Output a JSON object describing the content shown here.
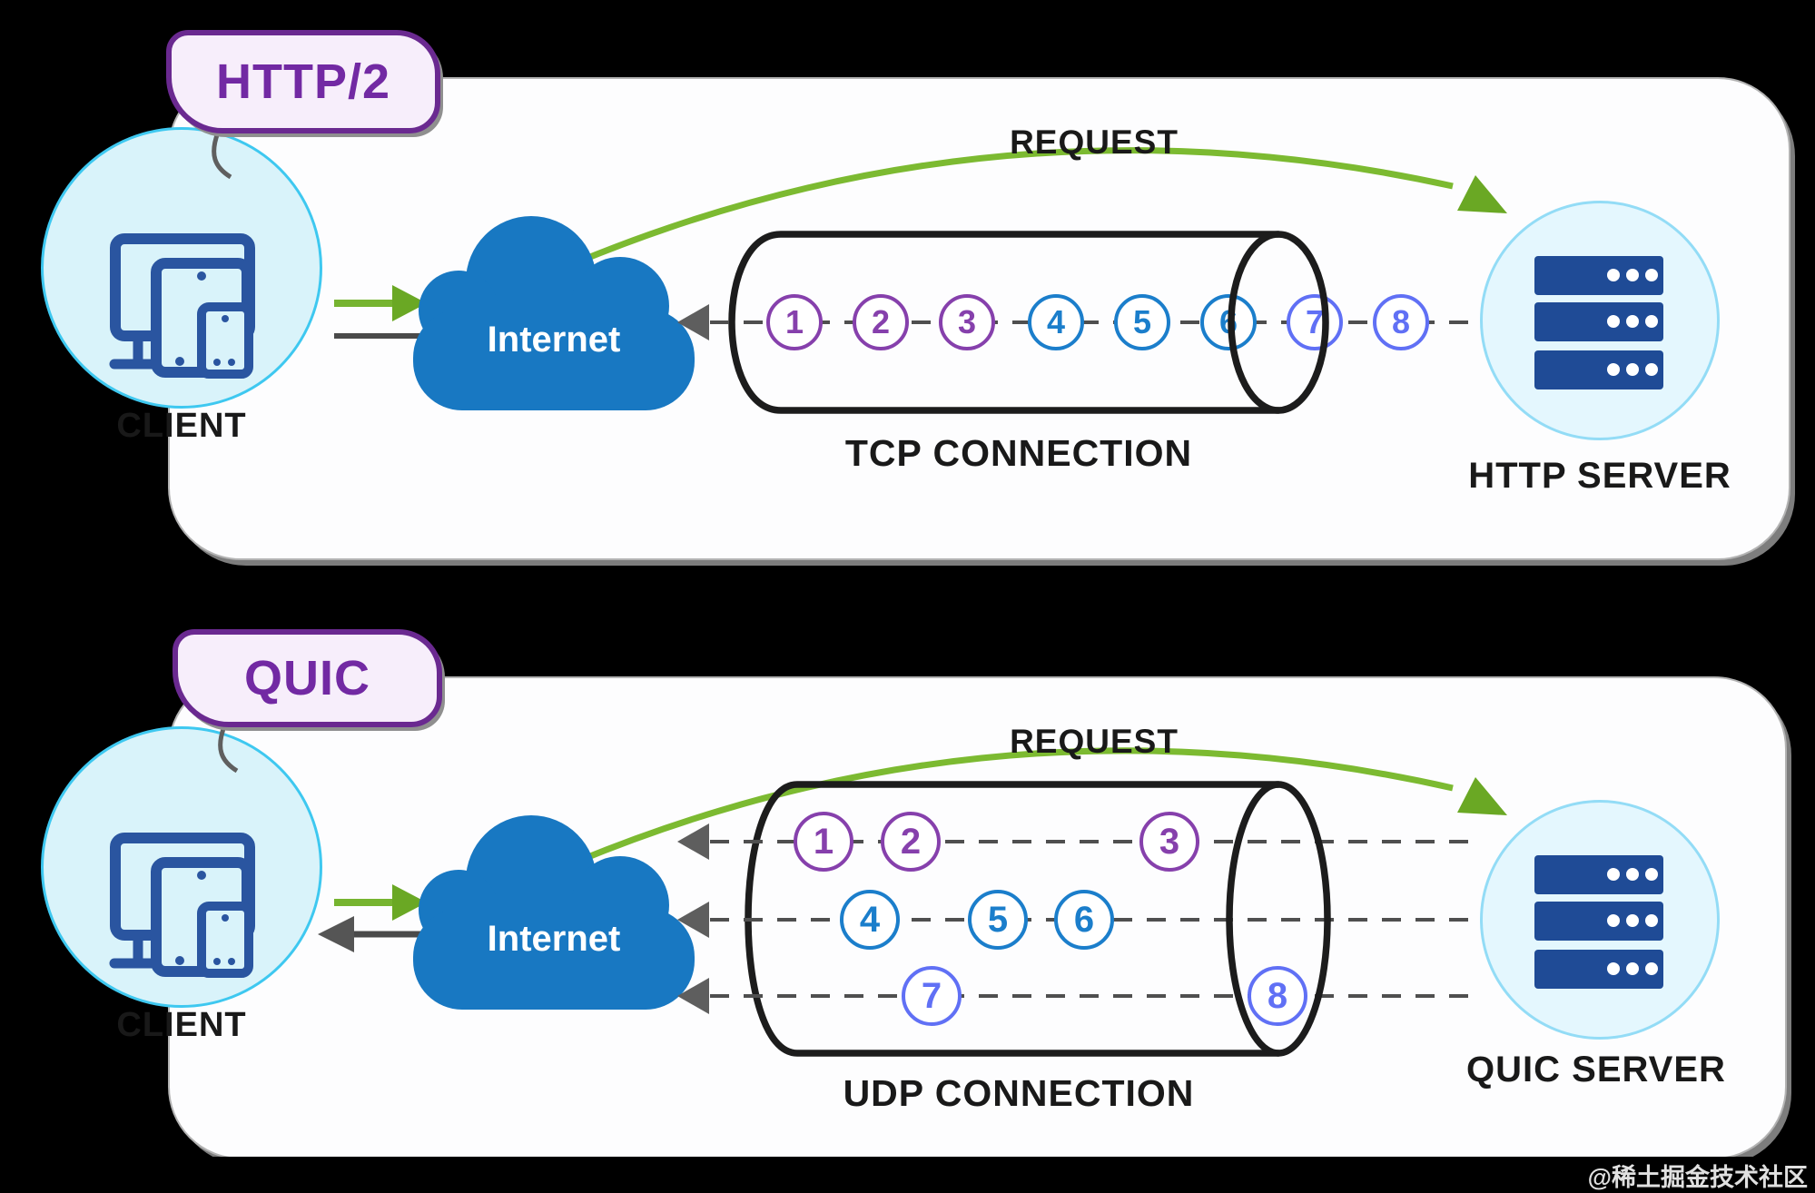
{
  "watermark": "@稀土掘金技术社区",
  "colors": {
    "purple": "#8640ac",
    "blue": "#1b7ecb",
    "periwinkle": "#6070f5",
    "green": "#76b430",
    "cloud_blue": "#1878c2",
    "navy": "#1f4b96"
  },
  "panels": [
    {
      "badge": "HTTP/2",
      "client_label": "CLIENT",
      "internet_label": "Internet",
      "request_label": "REQUEST",
      "connection_label": "TCP CONNECTION",
      "server_label": "HTTP SERVER",
      "packets": [
        {
          "label": "1",
          "color": "purple"
        },
        {
          "label": "2",
          "color": "purple"
        },
        {
          "label": "3",
          "color": "purple"
        },
        {
          "label": "4",
          "color": "blue"
        },
        {
          "label": "5",
          "color": "blue"
        },
        {
          "label": "6",
          "color": "blue"
        },
        {
          "label": "7",
          "color": "periwinkle"
        },
        {
          "label": "8",
          "color": "periwinkle"
        }
      ]
    },
    {
      "badge": "QUIC",
      "client_label": "CLIENT",
      "internet_label": "Internet",
      "request_label": "REQUEST",
      "connection_label": "UDP CONNECTION",
      "server_label": "QUIC SERVER",
      "packets": [
        {
          "label": "1",
          "color": "purple",
          "stream": 1
        },
        {
          "label": "2",
          "color": "purple",
          "stream": 1
        },
        {
          "label": "3",
          "color": "purple",
          "stream": 1
        },
        {
          "label": "4",
          "color": "blue",
          "stream": 2
        },
        {
          "label": "5",
          "color": "blue",
          "stream": 2
        },
        {
          "label": "6",
          "color": "blue",
          "stream": 2
        },
        {
          "label": "7",
          "color": "periwinkle",
          "stream": 3
        },
        {
          "label": "8",
          "color": "periwinkle",
          "stream": 3
        }
      ]
    }
  ]
}
